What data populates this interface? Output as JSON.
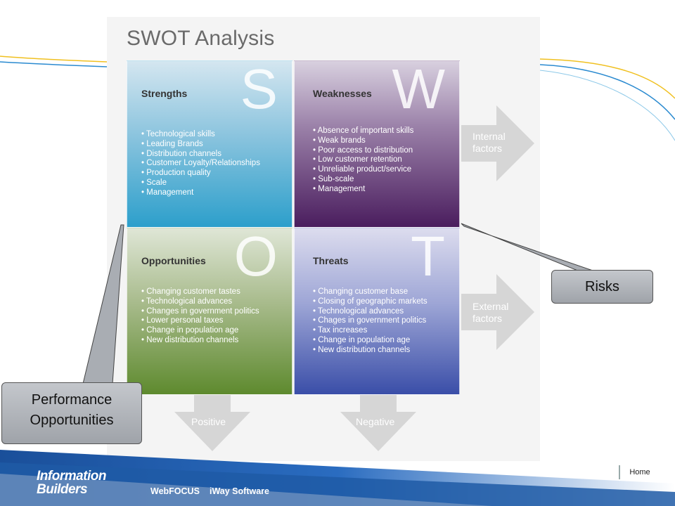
{
  "title": "SWOT Analysis",
  "quadrants": {
    "strengths": {
      "label": "Strengths",
      "letter": "S",
      "items": [
        "Technological skills",
        "Leading Brands",
        "Distribution channels",
        "Customer Loyalty/Relationships",
        "Production quality",
        "Scale",
        "Management"
      ]
    },
    "weaknesses": {
      "label": "Weaknesses",
      "letter": "W",
      "items": [
        "Absence of important skills",
        "Weak brands",
        "Poor access to distribution",
        "Low customer retention",
        "Unreliable product/service",
        "Sub-scale",
        "Management"
      ]
    },
    "opportunities": {
      "label": "Opportunities",
      "letter": "O",
      "items": [
        "Changing customer tastes",
        "Technological advances",
        "Changes in government politics",
        "Lower personal taxes",
        "Change in population age",
        "New distribution channels"
      ]
    },
    "threats": {
      "label": "Threats",
      "letter": "T",
      "items": [
        "Changing customer base",
        "Closing of geographic markets",
        "Technological advances",
        "Chages in government politics",
        "Tax increases",
        "Change in population age",
        "New distribution channels"
      ]
    }
  },
  "arrows": {
    "internal_line1": "Internal",
    "internal_line2": "factors",
    "external_line1": "External",
    "external_line2": "factors",
    "positive": "Positive",
    "negative": "Negative"
  },
  "callouts": {
    "risks": "Risks",
    "performance_line1": "Performance",
    "performance_line2": "Opportunities"
  },
  "footer": {
    "logo_line1": "Information",
    "logo_line2": "Builders",
    "product1": "WebFOCUS",
    "product2": "iWay Software",
    "home": "Home"
  },
  "colors": {
    "strengths": "#2c9fcb",
    "weaknesses": "#4a1d5e",
    "opportunities": "#5e8a2e",
    "threats": "#3a4ea8",
    "footer_blue": "#1f5fa8",
    "callout_gray": "#a9adb3"
  }
}
